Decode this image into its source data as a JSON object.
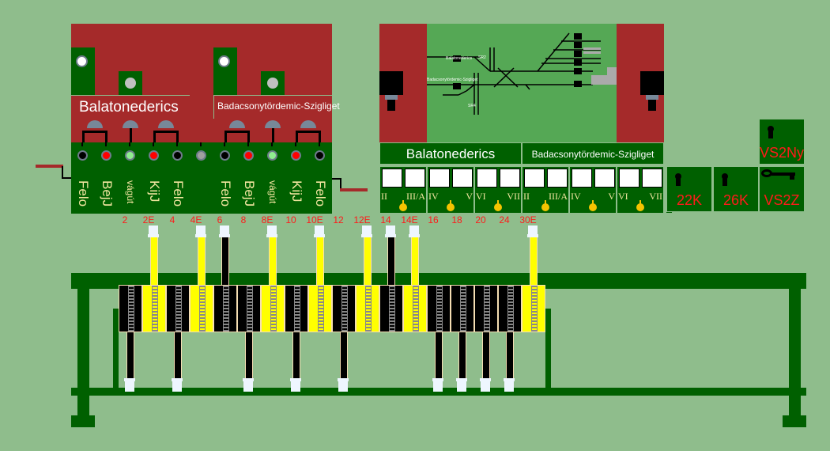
{
  "left_panel": {
    "station_a": "Balatonederics",
    "station_b": "Badacsonytördemic-Szigliget",
    "lamps": [
      {
        "state": "off",
        "color": "#000000"
      },
      {
        "state": "red",
        "color": "#ff0000"
      },
      {
        "state": "green",
        "color": "#90ee90"
      },
      {
        "state": "red",
        "color": "#ff0000"
      },
      {
        "state": "off",
        "color": "#000000"
      },
      {
        "state": "grey",
        "color": "#a0a0a0"
      },
      {
        "state": "off",
        "color": "#000000"
      },
      {
        "state": "red",
        "color": "#ff0000"
      },
      {
        "state": "green",
        "color": "#90ee90"
      },
      {
        "state": "red",
        "color": "#ff0000"
      },
      {
        "state": "off",
        "color": "#000000"
      }
    ],
    "labels": [
      "Felo",
      "BejJ",
      "vágút",
      "KijJ",
      "Felo",
      "",
      "Felo",
      "BejJ",
      "vágút",
      "KijJ",
      "Felo"
    ]
  },
  "right_panel": {
    "station_a": "Balatonederics",
    "station_b": "Badacsonytördemic-Szigliget",
    "route_groups": [
      {
        "left": "II",
        "right": "III/A"
      },
      {
        "left": "IV",
        "right": "V"
      },
      {
        "left": "VI",
        "right": "VII"
      },
      {
        "left": "II",
        "right": "III/A"
      },
      {
        "left": "IV",
        "right": "V"
      },
      {
        "left": "VI",
        "right": "VII"
      }
    ],
    "diagram": {
      "label_a": "Balatonederics",
      "label_b": "Badacsonytördemic-Szigliget",
      "sign_a": "SR2",
      "sign_b": "SR4"
    }
  },
  "keys": [
    {
      "label": "VS2Ny",
      "type": "keyhole"
    },
    {
      "label": "22K",
      "type": "keyhole"
    },
    {
      "label": "26K",
      "type": "keyhole"
    },
    {
      "label": "VS2Z",
      "type": "key-inserted"
    }
  ],
  "levers": {
    "numbers": [
      "2",
      "2E",
      "4",
      "4E",
      "6",
      "8",
      "8E",
      "10",
      "10E",
      "12",
      "12E",
      "14",
      "14E",
      "16",
      "18",
      "20",
      "24",
      "30E"
    ],
    "states": [
      "down",
      "up",
      "down",
      "up",
      "up-black",
      "down",
      "up",
      "down",
      "up",
      "down",
      "up",
      "up-black",
      "up",
      "down",
      "down",
      "down",
      "down",
      "up"
    ]
  },
  "colors": {
    "background": "#8fbd8c",
    "panel_red": "#a52a2a",
    "panel_green": "#006000",
    "lever_yellow": "#ffff00",
    "number_red": "#ff1a1a"
  }
}
